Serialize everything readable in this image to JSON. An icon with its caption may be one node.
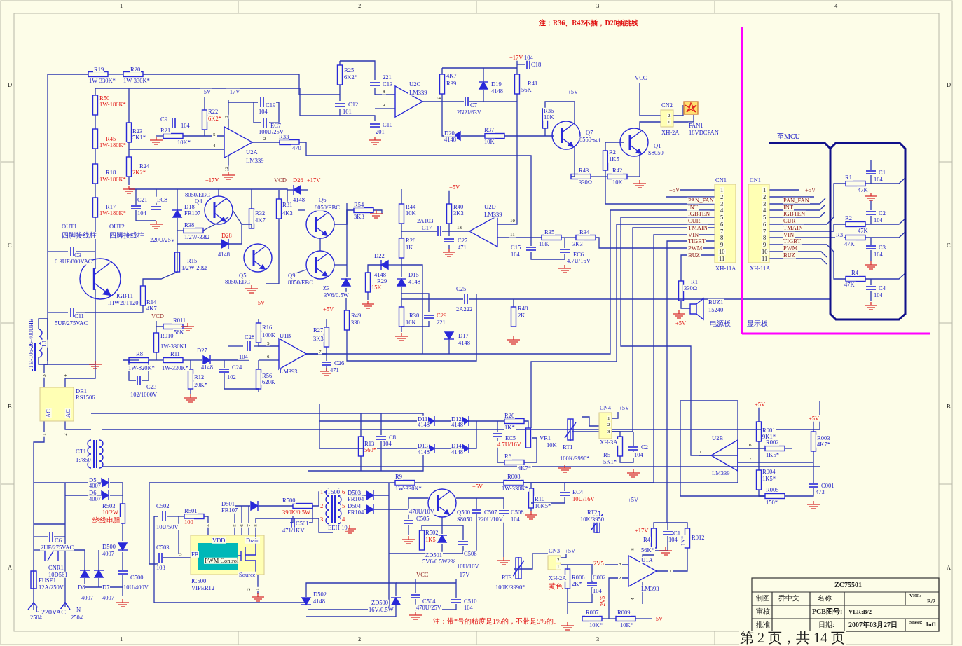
{
  "diagram": {
    "labels": [
      "1",
      "2",
      "3",
      "4",
      "D",
      "C",
      "B",
      "A",
      "D",
      "C",
      "B",
      "A",
      "1",
      "2",
      "3",
      "R19",
      "1W-330K*",
      "R20",
      "1W-330K*",
      "R50",
      "1W-180K*",
      "R45",
      "1W-180K*",
      "R18",
      "1W-180K*",
      "R17",
      "1W-180K*",
      "+5V",
      "+17V",
      "C19",
      "104",
      "EC7",
      "100U/25V",
      "R22",
      "6K2*",
      "R23",
      "5K1*",
      "C9",
      "104",
      "R21",
      "10K*",
      "5",
      "4",
      "3",
      "12",
      "2",
      "R33",
      "470",
      "U2A",
      "LM339",
      "R24",
      "2K2*",
      "+17V",
      "VCD",
      "D26",
      "+17V",
      "C21",
      "104",
      "EC8",
      "220U/25V",
      "8050/EBC",
      "Q4",
      "D18",
      "FR107",
      "R38",
      "1/2W-33Ω",
      "R32",
      "4K7",
      "R31",
      "4K3",
      "4148",
      "D28",
      "4148",
      "OUT1",
      "四脚接线柱",
      "OUT2",
      "四脚接线柱",
      "C3",
      "0.3UF/800VAC",
      "R15",
      "1/2W-20Ω",
      "Q5",
      "8050/EBC",
      "Q9",
      "8050/EBC",
      "IGBT1",
      "IHW20T120",
      "R14",
      "4K7",
      "+5V",
      "C11",
      "5UF/275VAC",
      "注：R36、R42不插，D20插跳线",
      "R25",
      "6K2*",
      "221",
      "C13",
      "8",
      "9",
      "C12",
      "101",
      "C10",
      "201",
      "U2C",
      "LM339",
      "14",
      "4K7",
      "R39",
      "D19",
      "4148",
      "R41",
      "56K",
      "+17V",
      "104",
      "C18",
      "C7",
      "2N2J/63V",
      "D20",
      "4148",
      "R37",
      "10K",
      "+5V",
      "R36",
      "10K",
      "Q7",
      "8550-sot",
      "R2",
      "1K5",
      "R43",
      "330Ω",
      "R42",
      "10K",
      "VCC",
      "Q6",
      "8050/EBC",
      "R54",
      "3K3",
      "R44",
      "10K",
      "+5V",
      "R40",
      "3K3",
      "2A103",
      "C17",
      "13",
      "U2D",
      "LM339",
      "10",
      "11",
      "C27",
      "471",
      "R28",
      "1K",
      "R35",
      "10K",
      "R34",
      "3K3",
      "C15",
      "104",
      "EC6",
      "4.7U/16V",
      "D22",
      "4148",
      "R29",
      "15K",
      "D15",
      "4148",
      "Z3",
      "3V6/0.5W",
      "C25",
      "2A222",
      "R48",
      "2K",
      "+5V",
      "CN2",
      "2",
      "1",
      "XH-2A",
      "FAN1",
      "18VDCFAN",
      "Q1",
      "S8050",
      "CN1",
      "+5V",
      "PAN_FAN",
      "INT",
      "IGBTEN",
      "CUR",
      "TMAIN",
      "VIN",
      "TIGBT",
      "PWM",
      "BUZ",
      "1",
      "2",
      "3",
      "4",
      "5",
      "6",
      "7",
      "8",
      "9",
      "10",
      "11",
      "XH-11A",
      "R1",
      "330Ω",
      "BUZ1",
      "15240",
      "+5V",
      "电源板",
      "显示板",
      "CN1",
      "1",
      "2",
      "3",
      "4",
      "5",
      "6",
      "7",
      "8",
      "9",
      "10",
      "11",
      "+5V",
      "PAN_FAN",
      "INT",
      "IGBTEN",
      "CUR",
      "TMAIN",
      "VIN",
      "TIGBT",
      "PWM",
      "BUZ",
      "XH-11A",
      "至MCU",
      "C1",
      "104",
      "R1",
      "47K",
      "C2",
      "104",
      "R2",
      "47K",
      "R3",
      "47K",
      "C3",
      "104",
      "R4",
      "47K",
      "C4",
      "104",
      "TB-106-26-400UHB",
      "L1",
      "VCD",
      "R011",
      "56K",
      "R010",
      "1W-330KJ",
      "R8",
      "1W-820K*",
      "R11",
      "1W-330K*",
      "D27",
      "4148",
      "C24",
      "R12",
      "102",
      "20K*",
      "C23",
      "102/1000V",
      "R16",
      "C28",
      "100K",
      "5",
      "104",
      "6",
      "U1B",
      "LM393",
      "7",
      "R27",
      "3K3",
      "R56",
      "620K",
      "DB1",
      "RS1506",
      "3",
      "4",
      "AC",
      "AC",
      "1",
      "2",
      "CT1",
      "1:/850",
      "D5",
      "4007",
      "D6",
      "4007",
      "R503",
      "10/2W",
      "绕线电阻",
      "C502",
      "10U/50V",
      "R501",
      "100",
      "4",
      "D501",
      "FR107",
      "R500",
      "390K/0.5W",
      "C501",
      "471/1KV",
      "5",
      "6",
      "7",
      "8",
      "VDD",
      "Drain",
      "FB",
      "3",
      "PWM Control",
      "Source",
      "IC500",
      "VIPER12",
      "2",
      "1",
      "C503",
      "103",
      "C6",
      "2UF/275VAC",
      "CNR1",
      "10D561",
      "FUSE1",
      "12A/250V",
      "D500",
      "4007",
      "C500",
      "D8",
      "D7",
      "10U/400V",
      "4007",
      "4007",
      "L",
      "250#",
      "220VAC",
      "N",
      "250#",
      "R49",
      "330",
      "R30",
      "10K",
      "C29",
      "221",
      "D17",
      "4148",
      "C26",
      "471",
      "R13",
      "560*",
      "C8",
      "104",
      "D11",
      "4148",
      "D12",
      "4148",
      "D13",
      "4148",
      "D14",
      "4148",
      "R26",
      "1K*",
      "EC5",
      "4.7U/16V",
      "R6",
      "4K7*",
      "VR1",
      "10K",
      "CN4",
      "+5V",
      "1",
      "2",
      "3",
      "XH-3A",
      "RT1",
      "100K/3990*",
      "R5",
      "5K1*",
      "C2",
      "104",
      "R9",
      "1W-330K*",
      "R008",
      "1W-330K*",
      "R10",
      "10K5*",
      "EC4",
      "10U/16V",
      "1",
      "T500",
      "6",
      "D503",
      "FR104",
      "2",
      "5",
      "D504",
      "FR104",
      "3",
      "4",
      "EEH-19",
      "470U/10V",
      "C505",
      "Q500",
      "S8050",
      "+5V",
      "C507",
      "220U/10V",
      "C508",
      "104",
      "R502",
      "1K5",
      "ZD501",
      "5V6/0.5W2%",
      "C506",
      "10U/10V",
      "RT2",
      "10K/3950",
      "+5V",
      "CN3",
      "+5V",
      "2",
      "1",
      "XH-2A",
      "黄色",
      "RT3",
      "100K/3990*",
      "R006",
      "2K*",
      "C002",
      "104",
      "2V5",
      "3",
      "2",
      "2V5",
      "D502",
      "4148",
      "ZD500",
      "16V/0.5W",
      "VCC",
      "+17V",
      "C504",
      "470U/25V",
      "C510",
      "104",
      "注：带*号的精度是1%的，不带是5%的。",
      "R007",
      "10K*",
      "R009",
      "10K*",
      "U2B",
      "1",
      "LM339",
      "6",
      "7",
      "+5V",
      "R001",
      "9K1*",
      "R002",
      "1K5*",
      "+5V",
      "R003",
      "4K7*",
      "R004",
      "1K5*",
      "R005",
      "150*",
      "C001",
      "473",
      "+17V",
      "R4",
      "56K*",
      "U1A",
      "C1",
      "104",
      "R012",
      "1K*",
      "8",
      "1",
      "LM393",
      "4",
      "+5V",
      "ZC75501",
      "制图",
      "乔中文",
      "名称",
      "VER:",
      "B/2",
      "审核",
      "PCB图号:",
      "VER:B/2",
      "批准",
      "日期:",
      "2007年03月27日",
      "Sheet:",
      "1of1",
      "第 2 页，共 14 页"
    ]
  }
}
